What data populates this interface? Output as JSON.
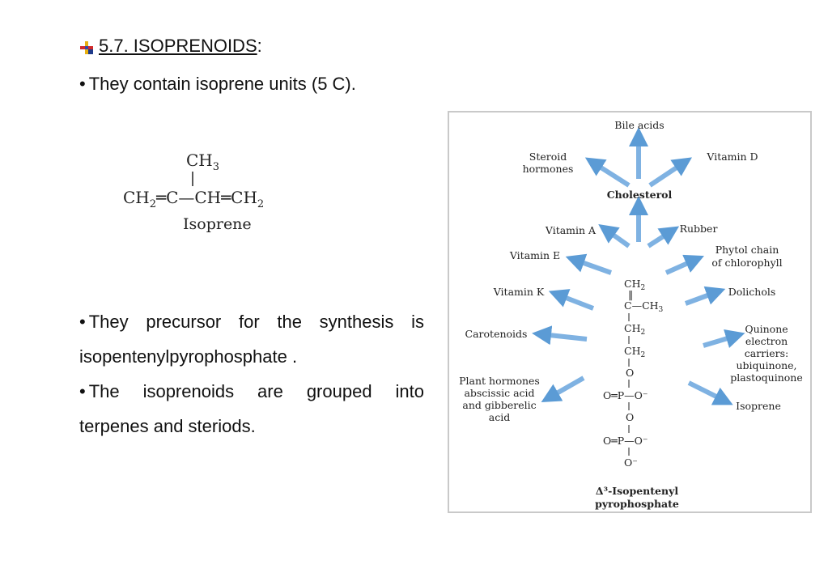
{
  "heading": {
    "number_title": "5.7. ISOPRENOIDS",
    "colon": ":"
  },
  "bullets": [
    "They contain isoprene units (5 C).",
    "They precursor for the synthesis is isopentenylpyrophosphate .",
    "The isoprenoids are grouped into terpenes and steriods."
  ],
  "isoprene": {
    "ch3": "CH3",
    "chain": [
      "CH2",
      "C",
      "CH",
      "CH2"
    ],
    "label": "Isoprene"
  },
  "figure": {
    "top_products": [
      "Bile acids",
      "Steroid hormones",
      "Vitamin D"
    ],
    "cholesterol": "Cholesterol",
    "left_products": [
      "Vitamin A",
      "Vitamin E",
      "Vitamin K",
      "Carotenoids",
      "Plant hormones abscissic acid and gibberelic acid"
    ],
    "right_products": [
      "Rubber",
      "Phytol chain of chlorophyll",
      "Dolichols",
      "Quinone electron carriers: ubiquinone, plastoquinone",
      "Isoprene"
    ],
    "precursor_label": "Δ3-Isopentenyl pyrophosphate",
    "arrow_color": "#5b9bd5"
  }
}
